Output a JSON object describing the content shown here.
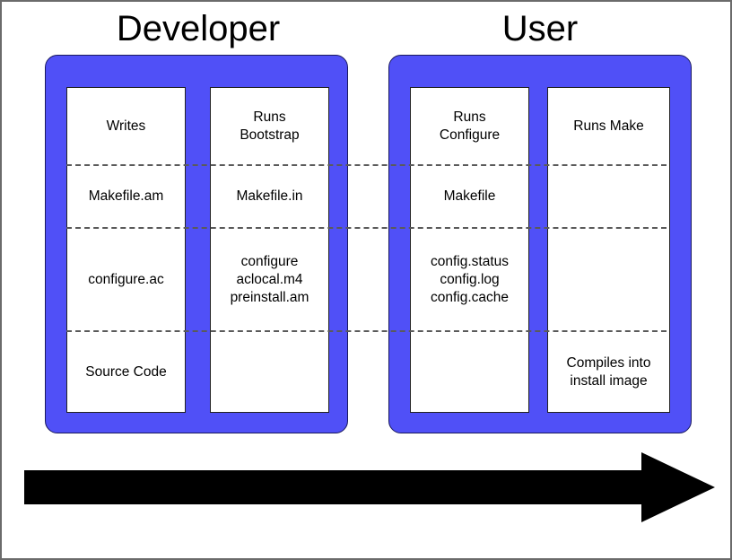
{
  "diagram": {
    "title_left": "Developer",
    "title_right": "User",
    "accent_color": "#5050f7",
    "panel_border_color": "#1a1a5e",
    "cell_border_color": "#222222",
    "dashed_divider_color": "#5a5a5a",
    "arrow_color": "#000000",
    "background_color": "#ffffff",
    "arrow_direction": "left-to-right"
  },
  "stages": [
    {
      "group": "Developer",
      "column_key": "writes",
      "cells": [
        "Writes",
        "Makefile.am",
        "configure.ac",
        "Source Code"
      ]
    },
    {
      "group": "Developer",
      "column_key": "bootstrap",
      "cells": [
        "Runs\nBootstrap",
        "Makefile.in",
        "configure\naclocal.m4\npreinstall.am",
        ""
      ]
    },
    {
      "group": "User",
      "column_key": "configure",
      "cells": [
        "Runs\nConfigure",
        "Makefile",
        "config.status\nconfig.log\nconfig.cache",
        ""
      ]
    },
    {
      "group": "User",
      "column_key": "make",
      "cells": [
        "Runs Make",
        "",
        "",
        "Compiles into\ninstall image"
      ]
    }
  ]
}
